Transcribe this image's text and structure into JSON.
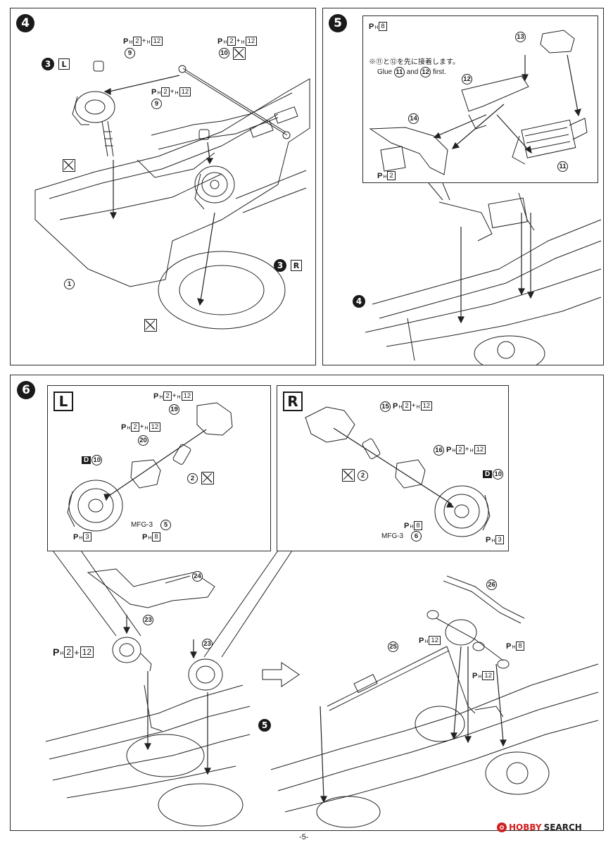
{
  "page": {
    "number": "-5-"
  },
  "watermark": {
    "brand": "HOBBY",
    "suffix": "SEARCH"
  },
  "legend": {
    "paint_prefix": "P",
    "paint_sub": "H"
  },
  "steps": [
    {
      "id": "4",
      "sub_refs": [
        {
          "num": "3",
          "side": "L"
        },
        {
          "num": "3",
          "side": "R"
        }
      ],
      "parts": [
        "9",
        "9",
        "10",
        "1"
      ],
      "paints": [
        {
          "a": "2",
          "b": "12"
        },
        {
          "a": "2",
          "b": "12"
        },
        {
          "a": "2",
          "b": "12"
        }
      ]
    },
    {
      "id": "5",
      "paint_main": "8",
      "note_jp": "※⑪と⑫を先に接着します。",
      "note_en_prefix": "Glue",
      "note_en_a": "11",
      "note_en_and": "and",
      "note_en_b": "12",
      "note_en_suffix": "first.",
      "parts": [
        "13",
        "12",
        "14",
        "11"
      ],
      "paint_small": "2",
      "ref_step": "4"
    },
    {
      "id": "6",
      "left": {
        "side": "L",
        "parts": [
          "19",
          "20",
          "2"
        ],
        "decal": "D",
        "decal_num": "10",
        "paints": [
          {
            "a": "2",
            "b": "12"
          },
          {
            "a": "2",
            "b": "12"
          }
        ],
        "mfg_label": "MFG-3",
        "mfg_num": "5",
        "paint_a": "3",
        "paint_b": "8"
      },
      "right": {
        "side": "R",
        "parts": [
          "15",
          "16",
          "2"
        ],
        "decal": "D",
        "decal_num": "10",
        "paints": [
          {
            "a": "2",
            "b": "12"
          },
          {
            "a": "2",
            "b": "12"
          }
        ],
        "mfg_label": "MFG-3",
        "mfg_num": "6",
        "paint_a": "8",
        "paint_b": "3"
      },
      "lower_parts": [
        "24",
        "23",
        "23",
        "26",
        "25"
      ],
      "lower_paint_big": {
        "a": "2",
        "b": "12"
      },
      "lower_paints": [
        "12",
        "8",
        "12"
      ],
      "ref_step": "5"
    }
  ]
}
